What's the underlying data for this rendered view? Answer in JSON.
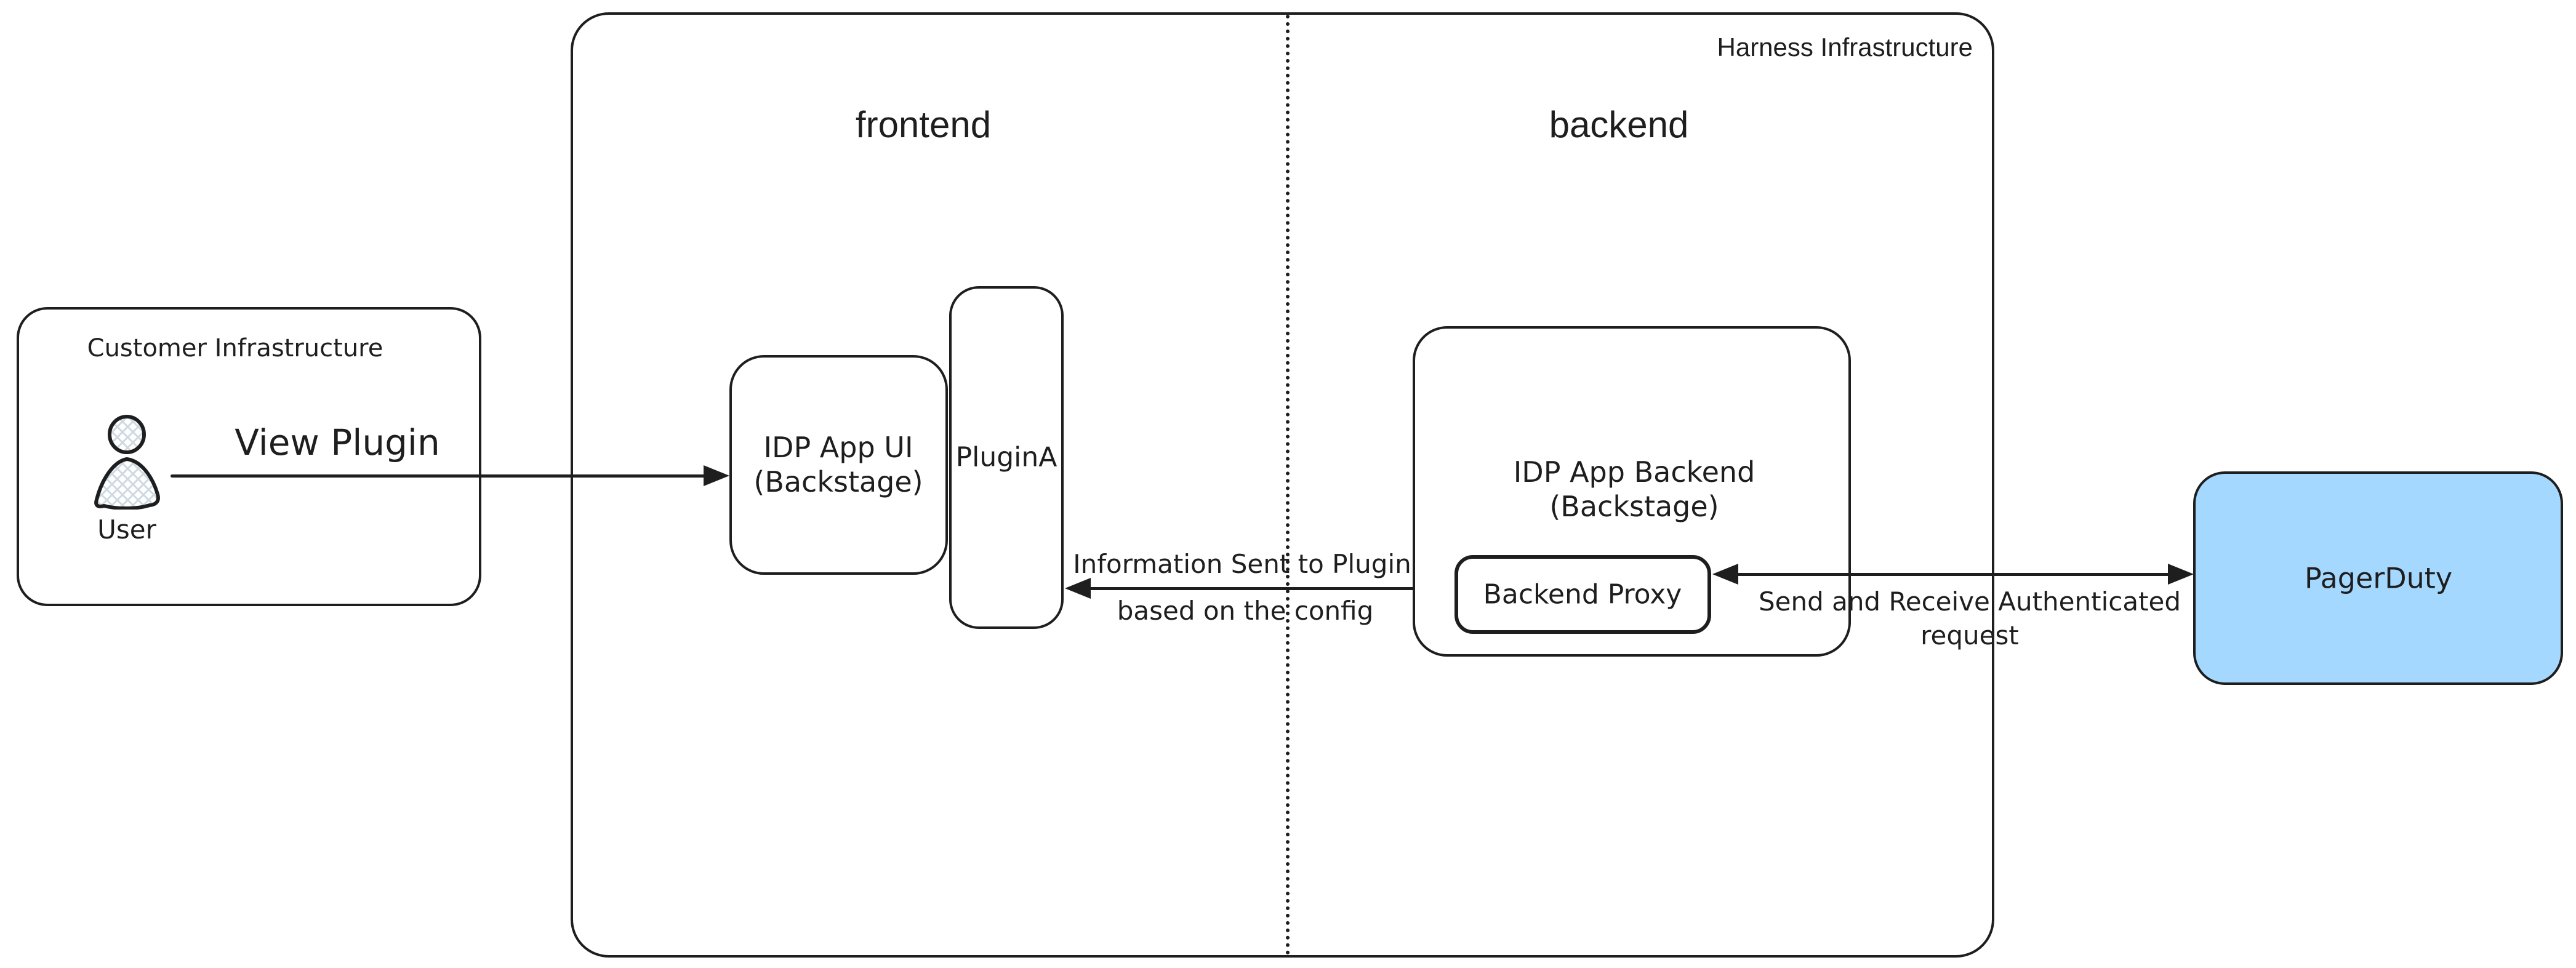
{
  "harness": {
    "title": "Harness Infrastructure"
  },
  "sections": {
    "frontend": "frontend",
    "backend": "backend"
  },
  "customer": {
    "title": "Customer Infrastructure",
    "user_label": "User"
  },
  "nodes": {
    "idp_ui_line1": "IDP App UI",
    "idp_ui_line2": "(Backstage)",
    "plugin_a": "PluginA",
    "idp_backend_line1": "IDP App Backend",
    "idp_backend_line2": "(Backstage)",
    "backend_proxy": "Backend Proxy",
    "pagerduty": "PagerDuty"
  },
  "arrows": {
    "view_plugin": "View Plugin",
    "info_line1": "Information Sent to Plugin",
    "info_line2": "based on the config",
    "auth_line1": "Send and Receive Authenticated",
    "auth_line2": "request"
  },
  "colors": {
    "stroke": "#1e1e1e",
    "pagerduty_fill": "#a5d8ff",
    "user_hatch": "#ced9e2"
  }
}
